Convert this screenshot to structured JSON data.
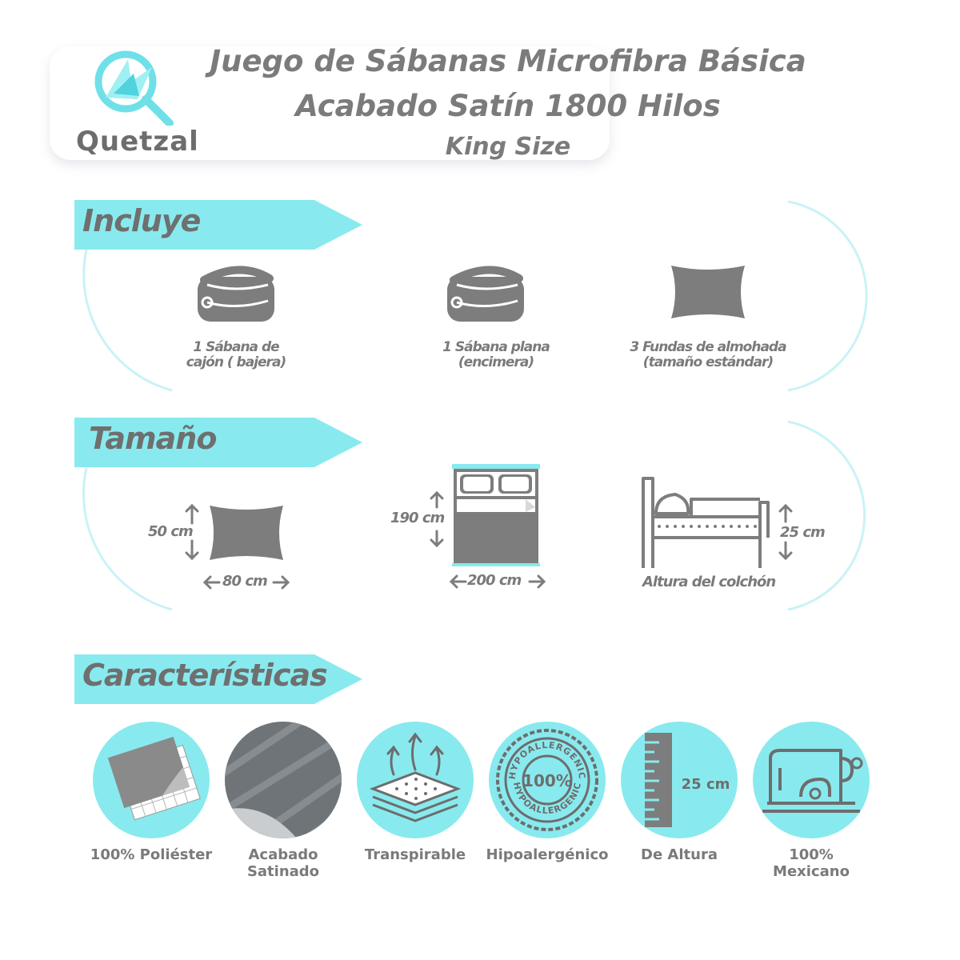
{
  "brand": {
    "name": "Quetzal"
  },
  "title": {
    "line1": "Juego de Sábanas Microfibra Básica",
    "line2": "Acabado Satín 1800 Hilos",
    "line3": "King Size"
  },
  "sections": {
    "incluye": {
      "heading": "Incluye",
      "items": [
        {
          "icon": "folded-sheet-icon",
          "line1": "1 Sábana de",
          "line2": "cajón ( bajera)"
        },
        {
          "icon": "folded-sheet-icon",
          "line1": "1 Sábana plana",
          "line2": "(encimera)"
        },
        {
          "icon": "pillow-icon",
          "line1": "3 Fundas de almohada",
          "line2": "(tamaño estándar)"
        }
      ]
    },
    "tamano": {
      "heading": "Tamaño",
      "pillow": {
        "height": "50 cm",
        "width": "80 cm"
      },
      "bed": {
        "length": "190 cm",
        "width": "200 cm"
      },
      "mattress": {
        "height": "25 cm",
        "label": "Altura del colchón"
      }
    },
    "caracteristicas": {
      "heading": "Características",
      "items": [
        {
          "icon": "fabric-layers-icon",
          "line1": "100% Poliéster",
          "line2": ""
        },
        {
          "icon": "satin-fabric-icon",
          "line1": "Acabado",
          "line2": "Satinado"
        },
        {
          "icon": "breathable-icon",
          "line1": "Transpirable",
          "line2": ""
        },
        {
          "icon": "hypoallergenic-seal-icon",
          "line1": "Hipoalergénico",
          "line2": "",
          "seal_text": "HYPOALLERGENIC",
          "seal_pct": "100%"
        },
        {
          "icon": "ruler-icon",
          "line1": "De Altura",
          "line2": "",
          "measure": "25 cm"
        },
        {
          "icon": "sewing-machine-icon",
          "line1": "100%",
          "line2": "Mexicano"
        }
      ]
    }
  },
  "colors": {
    "accent": "#88eaee",
    "icon_gray": "#7d7d7d",
    "text_gray": "#7a7a7a"
  }
}
